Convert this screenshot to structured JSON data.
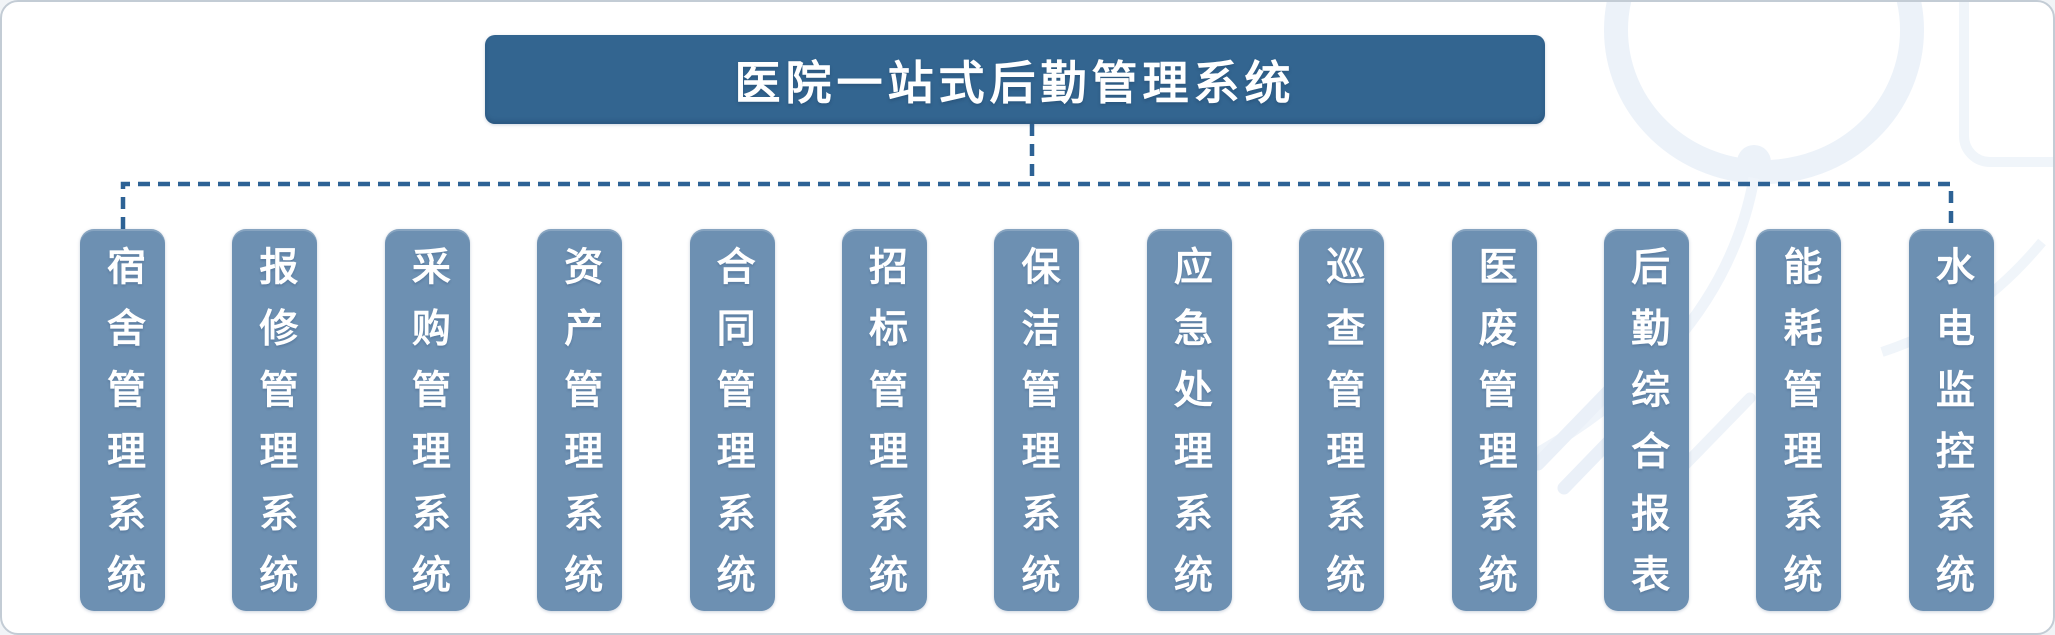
{
  "root": {
    "label": "医院一站式后勤管理系统"
  },
  "subsystems": [
    {
      "label": "宿舍管理系统"
    },
    {
      "label": "报修管理系统"
    },
    {
      "label": "采购管理系统"
    },
    {
      "label": "资产管理系统"
    },
    {
      "label": "合同管理系统"
    },
    {
      "label": "招标管理系统"
    },
    {
      "label": "保洁管理系统"
    },
    {
      "label": "应急处理系统"
    },
    {
      "label": "巡查管理系统"
    },
    {
      "label": "医废管理系统"
    },
    {
      "label": "后勤综合报表"
    },
    {
      "label": "能耗管理系统"
    },
    {
      "label": "水电监控系统"
    }
  ],
  "colors": {
    "title_box_bg": "#336590",
    "pill_bg": "#6d90b2",
    "connector": "#2d6295",
    "text": "#ffffff",
    "watermark": "#ecf2f9"
  }
}
